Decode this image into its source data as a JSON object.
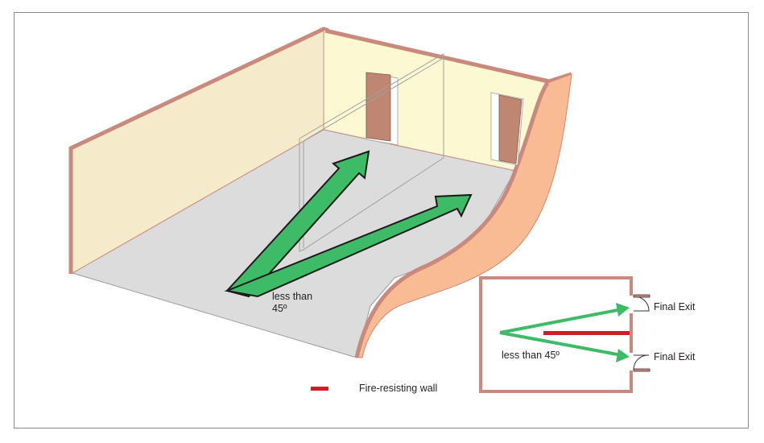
{
  "diagram": {
    "angle_label_line1": "less than",
    "angle_label_line2": "45º",
    "inset": {
      "angle_label": "less than 45º",
      "exit_top_label": "Final Exit",
      "exit_bottom_label": "Final Exit"
    },
    "legend": {
      "wall_label": "Fire-resisting wall"
    },
    "colors": {
      "wall_left": "#f5ebcb",
      "wall_back": "#fcf8d2",
      "wall_right": "#f8bb93",
      "wall_edge": "#c9897c",
      "floor": "#dcdcdc",
      "door": "#bf8672",
      "arrow_fill": "#3dbb66",
      "arrow_stroke": "#1a1a1a",
      "fire_wall": "#cc1f28",
      "inset_border": "#c9897c"
    }
  }
}
